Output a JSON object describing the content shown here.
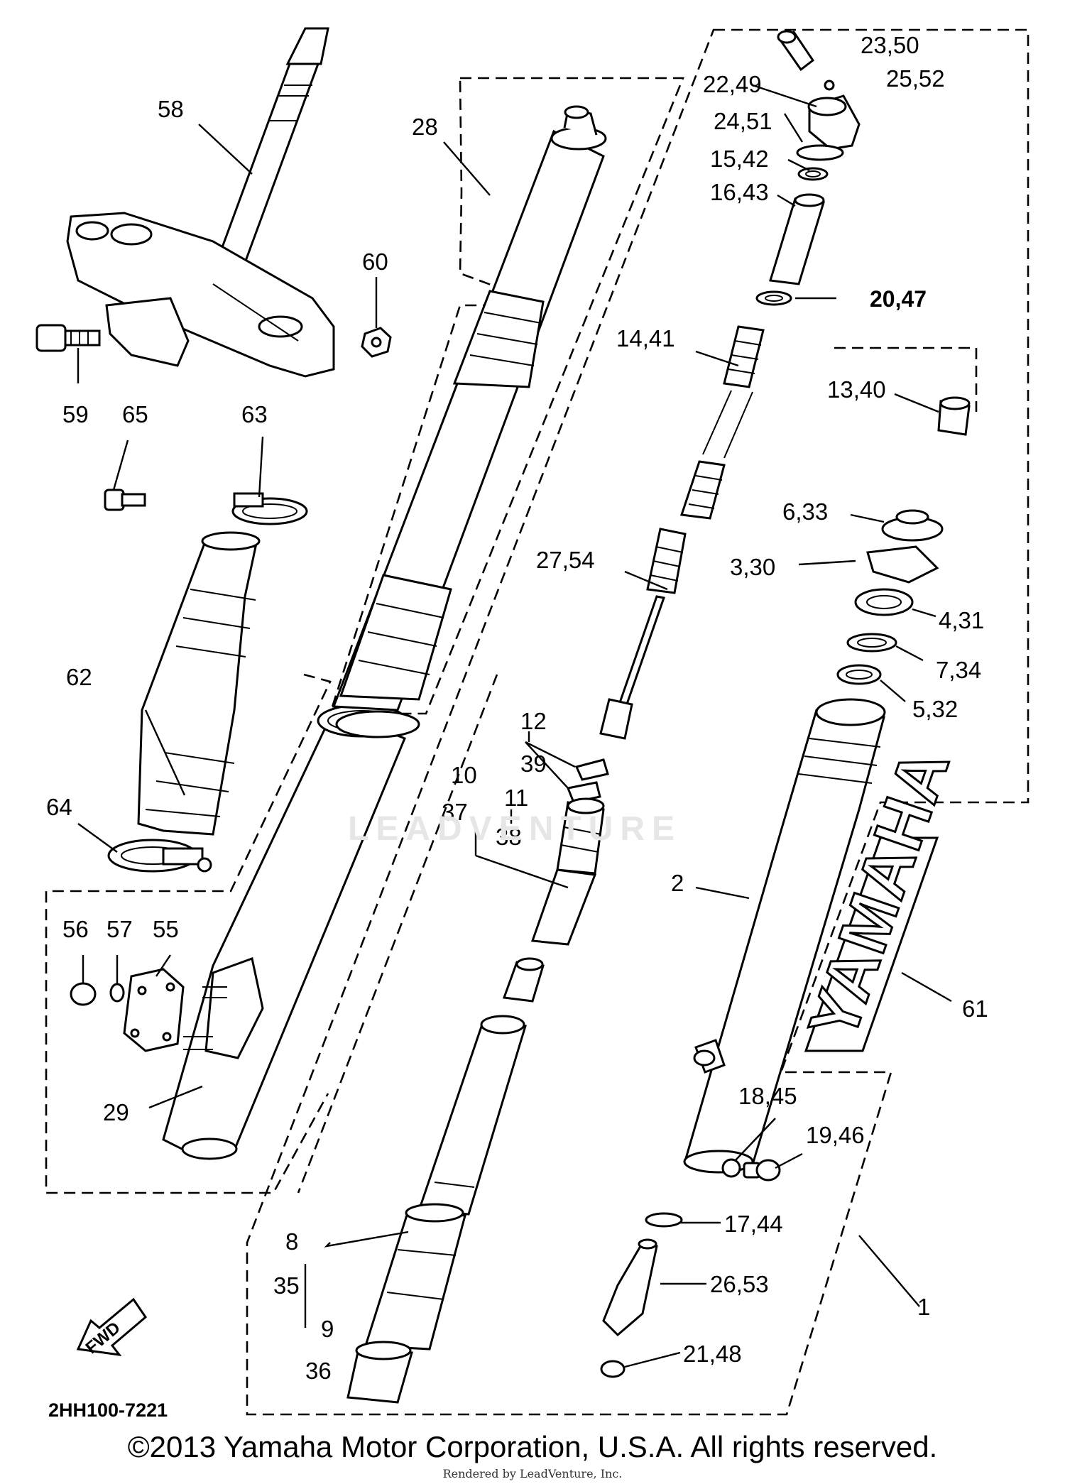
{
  "diagram": {
    "code": "2HH100-7221",
    "brand_text": "YAMAHA",
    "fwd_label": "FWD",
    "watermark": "LEADVENTURE",
    "copyright": "©2013 Yamaha Motor Corporation, U.S.A. All rights reserved.",
    "rendered_by": "Rendered by LeadVenture, Inc.",
    "callouts": {
      "c1": "1",
      "c2": "2",
      "c20_47": "20,47",
      "c58": "58",
      "c28": "28",
      "c60": "60",
      "c59": "59",
      "c65": "65",
      "c63": "63",
      "c62": "62",
      "c64": "64",
      "c56": "56",
      "c57": "57",
      "c55": "55",
      "c29": "29",
      "c8": "8",
      "c35": "35",
      "c9": "9",
      "c36": "36",
      "c12": "12",
      "c39": "39",
      "c10": "10",
      "c37": "37",
      "c11": "11",
      "c38": "38",
      "c27_54": "27,54",
      "c14_41": "14,41",
      "c23_50": "23,50",
      "c25_52": "25,52",
      "c22_49": "22,49",
      "c24_51": "24,51",
      "c15_42": "15,42",
      "c16_43": "16,43",
      "c13_40": "13,40",
      "c6_33": "6,33",
      "c3_30": "3,30",
      "c4_31": "4,31",
      "c7_34": "7,34",
      "c5_32": "5,32",
      "c61": "61",
      "c18_45": "18,45",
      "c19_46": "19,46",
      "c17_44": "17,44",
      "c26_53": "26,53",
      "c21_48": "21,48"
    }
  }
}
